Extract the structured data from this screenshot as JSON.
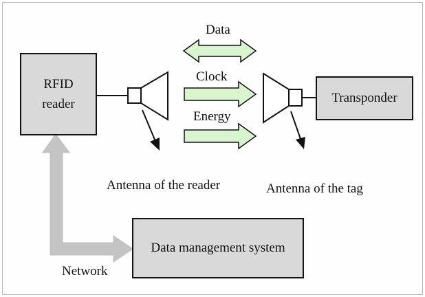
{
  "diagram": {
    "reader": {
      "line1": "RFID",
      "line2": "reader"
    },
    "transponder": "Transponder",
    "data_management": "Data management system",
    "signals": {
      "data": "Data",
      "clock": "Clock",
      "energy": "Energy"
    },
    "antenna_reader_label": "Antenna of the reader",
    "antenna_tag_label": "Antenna of the tag",
    "network_label": "Network"
  },
  "colors": {
    "box_fill": "#d9d9d9",
    "signal_arrow_fill": "#d8f5cf",
    "network_arrow_fill": "#c4c4c4",
    "outline": "#111111"
  }
}
